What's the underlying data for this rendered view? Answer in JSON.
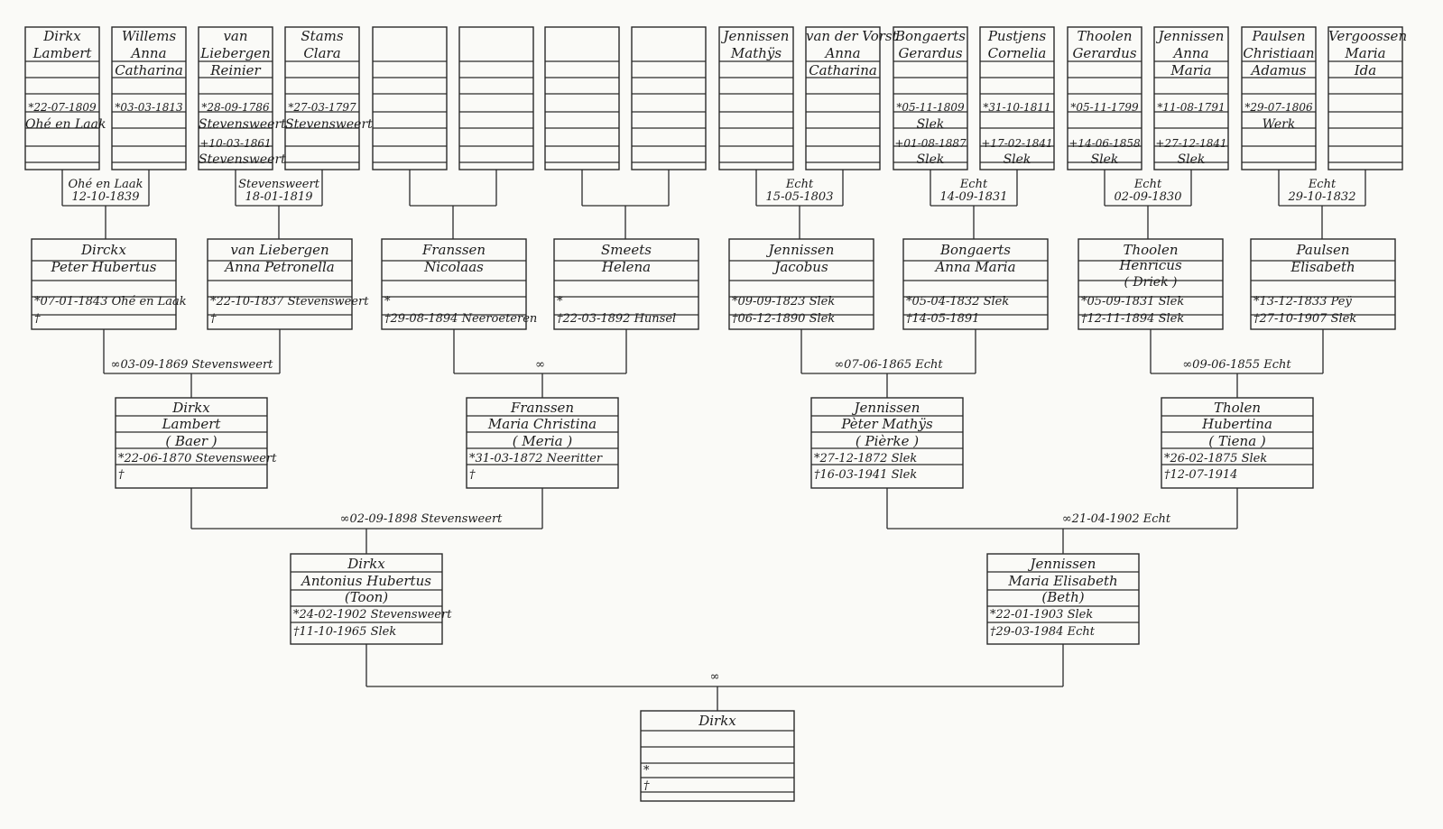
{
  "generation1": [
    {
      "lines": [
        "Dirkx",
        "Lambert"
      ],
      "birth": "*22-07-1809",
      "birth_place": "Ohé en Laak"
    },
    {
      "lines": [
        "Willems",
        "Anna",
        "Catharina"
      ],
      "birth": "*03-03-1813"
    },
    {
      "lines": [
        "van",
        "Liebergen",
        "Reinier"
      ],
      "birth": "*28-09-1786",
      "birth_place": "Stevensweert",
      "death": "+10-03-1861",
      "death_place": "Stevensweert"
    },
    {
      "lines": [
        "Stams",
        "Clara"
      ],
      "birth": "*27-03-1797",
      "birth_place": "Stevensweert"
    },
    {
      "lines": []
    },
    {
      "lines": []
    },
    {
      "lines": []
    },
    {
      "lines": []
    },
    {
      "lines": [
        "Jennissen",
        "Mathÿs"
      ]
    },
    {
      "lines": [
        "van der Vorst",
        "Anna",
        "Catharina"
      ]
    },
    {
      "lines": [
        "Bongaerts",
        "Gerardus"
      ],
      "birth": "*05-11-1809",
      "birth_place": "Slek",
      "death": "+01-08-1887",
      "death_place": "Slek"
    },
    {
      "lines": [
        "Pustjens",
        "Cornelia"
      ],
      "birth": "*31-10-1811",
      "death": "+17-02-1841",
      "death_place": "Slek"
    },
    {
      "lines": [
        "Thoolen",
        "Gerardus"
      ],
      "birth": "*05-11-1799",
      "death": "+14-06-1858",
      "death_place": "Slek"
    },
    {
      "lines": [
        "Jennissen",
        "Anna",
        "Maria"
      ],
      "birth": "*11-08-1791",
      "death": "+27-12-1841",
      "death_place": "Slek"
    },
    {
      "lines": [
        "Paulsen",
        "Christiaan",
        "Adamus"
      ],
      "birth": "*29-07-1806",
      "birth_place": "Werk"
    },
    {
      "lines": [
        "Vergoossen",
        "Maria",
        "Ida"
      ]
    }
  ],
  "marriages1": [
    {
      "place": "Ohé en Laak",
      "date": "12-10-1839"
    },
    {
      "place": "Stevensweert",
      "date": "18-01-1819"
    },
    {
      "place": "",
      "date": ""
    },
    {
      "place": "",
      "date": ""
    },
    {
      "place": "Echt",
      "date": "15-05-1803"
    },
    {
      "place": "Echt",
      "date": "14-09-1831"
    },
    {
      "place": "Echt",
      "date": "02-09-1830"
    },
    {
      "place": "Echt",
      "date": "29-10-1832"
    }
  ],
  "generation2": [
    {
      "surname": "Dirckx",
      "given": "Peter Hubertus",
      "birth": "*07-01-1843 Ohé en Laak",
      "death": "†"
    },
    {
      "surname": "van Liebergen",
      "given": "Anna Petronella",
      "birth": "*22-10-1837 Stevensweert",
      "death": "†"
    },
    {
      "surname": "Franssen",
      "given": "Nicolaas",
      "birth": "*",
      "death": "†29-08-1894 Neeroeteren"
    },
    {
      "surname": "Smeets",
      "given": "Helena",
      "birth": "*",
      "death": "†22-03-1892 Hunsel"
    },
    {
      "surname": "Jennissen",
      "given": "Jacobus",
      "birth": "*09-09-1823 Slek",
      "death": "†06-12-1890 Slek"
    },
    {
      "surname": "Bongaerts",
      "given": "Anna Maria",
      "birth": "*05-04-1832 Slek",
      "death": "†14-05-1891"
    },
    {
      "surname": "Thoolen",
      "given": "Henricus",
      "nickname": "( Driek )",
      "birth": "*05-09-1831 Slek",
      "death": "†12-11-1894 Slek"
    },
    {
      "surname": "Paulsen",
      "given": "Elisabeth",
      "birth": "*13-12-1833 Peÿ",
      "death": "†27-10-1907 Slek"
    }
  ],
  "marriages2": [
    "∞03-09-1869 Stevensweert",
    "∞",
    "∞07-06-1865 Echt",
    "∞09-06-1855 Echt"
  ],
  "generation3": [
    {
      "surname": "Dirkx",
      "given": "Lambert",
      "nickname": "( Baer )",
      "birth": "*22-06-1870 Stevensweert",
      "death": "†"
    },
    {
      "surname": "Franssen",
      "given": "Maria Christina",
      "nickname": "( Meria )",
      "birth": "*31-03-1872 Neeritter",
      "death": "†"
    },
    {
      "surname": "Jennissen",
      "given": "Pèter Mathÿs",
      "nickname": "( Pièrke )",
      "birth": "*27-12-1872 Slek",
      "death": "†16-03-1941 Slek"
    },
    {
      "surname": "Tholen",
      "given": "Hubertina",
      "nickname": "( Tiena )",
      "birth": "*26-02-1875 Slek",
      "death": "†12-07-1914"
    }
  ],
  "marriages3": [
    "∞02-09-1898 Stevensweert",
    "∞21-04-1902 Echt"
  ],
  "generation4": [
    {
      "surname": "Dirkx",
      "given": "Antonius Hubertus",
      "nickname": "(Toon)",
      "birth": "*24-02-1902 Stevensweert",
      "death": "†11-10-1965 Slek"
    },
    {
      "surname": "Jennissen",
      "given": "Maria Elisabeth",
      "nickname": "(Beth)",
      "birth": "*22-01-1903 Slek",
      "death": "†29-03-1984 Echt"
    }
  ],
  "marriage4": "∞",
  "root": {
    "surname": "Dirkx",
    "birth": "*",
    "death": "†"
  }
}
